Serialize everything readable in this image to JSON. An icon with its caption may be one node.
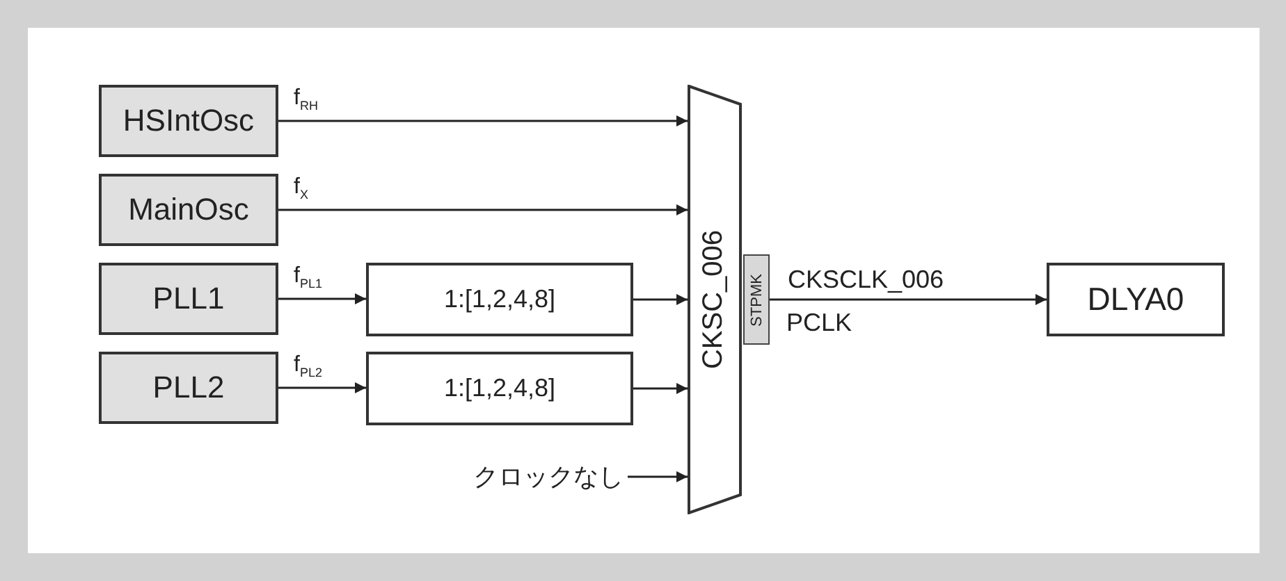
{
  "diagram": {
    "nodes": [
      {
        "text": [
          "HSIntOsc"
        ]
      },
      {
        "text": [
          "MainOsc"
        ]
      },
      {
        "text": [
          "PLL1"
        ]
      },
      {
        "text": [
          "PLL2"
        ]
      },
      {
        "text": [
          "1:[1,2,4,8]"
        ]
      },
      {
        "text": [
          "1:[1,2,4,8]"
        ]
      },
      {
        "text": [
          "クロックなし"
        ]
      },
      {
        "text": [
          "CKSC_006"
        ]
      },
      {
        "text": [
          "STPMK"
        ]
      },
      {
        "text": [
          "DLYA0"
        ]
      }
    ],
    "edges": [
      {
        "from": 0,
        "to": 7,
        "arrow": "to",
        "label": "f$_{RH}$"
      },
      {
        "from": 1,
        "to": 7,
        "arrow": "to",
        "label": "f$_{X}$"
      },
      {
        "from": 2,
        "to": 4,
        "arrow": "to",
        "label": "f$_{PL1}$"
      },
      {
        "from": 3,
        "to": 5,
        "arrow": "to",
        "label": "f$_{PL2}$"
      },
      {
        "from": 4,
        "to": 7,
        "arrow": "to"
      },
      {
        "from": 5,
        "to": 7,
        "arrow": "to"
      },
      {
        "from": 6,
        "to": 7,
        "arrow": "to"
      },
      {
        "from": 8,
        "to": 9,
        "arrow": "to",
        "label": "CKSCLK_006"
      }
    ],
    "labels": [
      "PCLK"
    ]
  }
}
